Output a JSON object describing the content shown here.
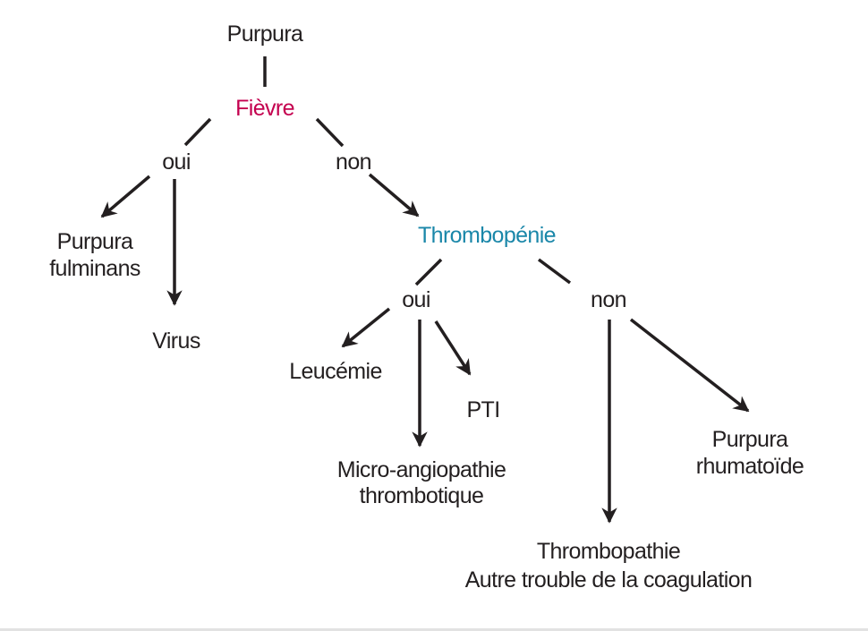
{
  "nodes": {
    "root": "Purpura",
    "fever": "Fièvre",
    "fever_yes": "oui",
    "fever_no": "non",
    "purpura_fulminans": [
      "Purpura",
      "fulminans"
    ],
    "virus": "Virus",
    "thrombopenia": "Thrombopénie",
    "thrombo_yes": "oui",
    "thrombo_no": "non",
    "leukemia": "Leucémie",
    "pti": "PTI",
    "microangiopathy": [
      "Micro-angiopathie",
      "thrombotique"
    ],
    "thrombopathy": [
      "Thrombopathie",
      "Autre trouble de la coagulation"
    ],
    "rheumatoid_purpura": [
      "Purpura",
      "rhumatoïde"
    ]
  },
  "colors": {
    "text": "#231f20",
    "fever": "#c4004f",
    "thrombopenia": "#1a87a9"
  }
}
